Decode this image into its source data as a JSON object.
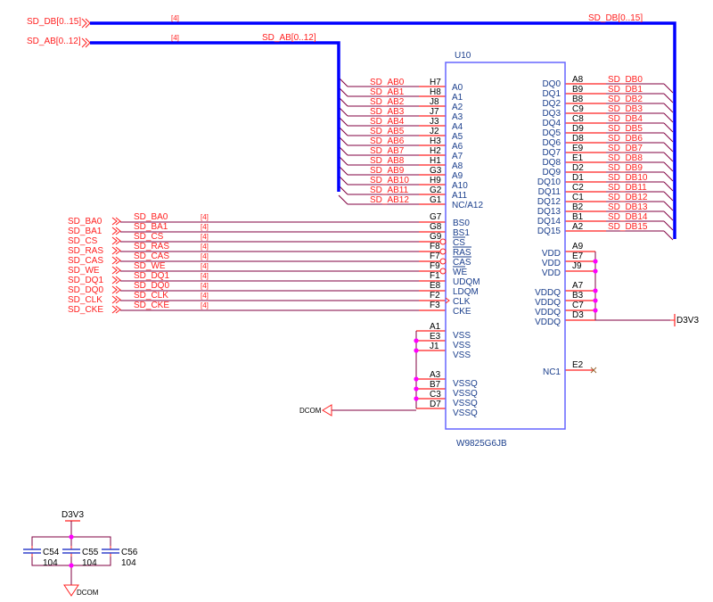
{
  "colors": {
    "bus": "#0000ff",
    "wire": "#800040",
    "pin": "#ff2020",
    "body": "#6666ff",
    "junction": "#ff00ff",
    "net_label": "#ff2020",
    "pin_name": "#1a3e8c"
  },
  "ports": {
    "db": "SD_DB[0..15]",
    "ab": "SD_AB[0..12]",
    "db_sheet": "[4]",
    "ab_sheet": "[4]",
    "ab_bus_label": "SD_AB[0..12]",
    "db_bus_label": "SD_DB[0..15]"
  },
  "chip": {
    "ref": "U10",
    "part": "W9825G6JB",
    "addr_pins": [
      {
        "net": "SD_AB0",
        "num": "H7",
        "name": "A0"
      },
      {
        "net": "SD_AB1",
        "num": "H8",
        "name": "A1"
      },
      {
        "net": "SD_AB2",
        "num": "J8",
        "name": "A2"
      },
      {
        "net": "SD_AB3",
        "num": "J7",
        "name": "A3"
      },
      {
        "net": "SD_AB4",
        "num": "J3",
        "name": "A4"
      },
      {
        "net": "SD_AB5",
        "num": "J2",
        "name": "A5"
      },
      {
        "net": "SD_AB6",
        "num": "H3",
        "name": "A6"
      },
      {
        "net": "SD_AB7",
        "num": "H2",
        "name": "A7"
      },
      {
        "net": "SD_AB8",
        "num": "H1",
        "name": "A8"
      },
      {
        "net": "SD_AB9",
        "num": "G3",
        "name": "A9"
      },
      {
        "net": "SD_AB10",
        "num": "H9",
        "name": "A10"
      },
      {
        "net": "SD_AB11",
        "num": "G2",
        "name": "A11"
      },
      {
        "net": "SD_AB12",
        "num": "G1",
        "name": "NC/A12"
      }
    ],
    "ctrl_pins": [
      {
        "port": "SD_BA0",
        "net": "SD_BA0",
        "sheet": "[4]",
        "num": "G7",
        "name": "BS0",
        "inv": false
      },
      {
        "port": "SD_BA1",
        "net": "SD_BA1",
        "sheet": "[4]",
        "num": "G8",
        "name": "BS1",
        "inv": false
      },
      {
        "port": "SD_CS",
        "net": "SD_CS",
        "sheet": "[4]",
        "num": "G9",
        "name": "CS",
        "inv": true
      },
      {
        "port": "SD_RAS",
        "net": "SD_RAS",
        "sheet": "[4]",
        "num": "F8",
        "name": "RAS",
        "inv": true
      },
      {
        "port": "SD_CAS",
        "net": "SD_CAS",
        "sheet": "[4]",
        "num": "F7",
        "name": "CAS",
        "inv": true
      },
      {
        "port": "SD_WE",
        "net": "SD_WE",
        "sheet": "[4]",
        "num": "F9",
        "name": "WE",
        "inv": true
      },
      {
        "port": "SD_DQ1",
        "net": "SD_DQ1",
        "sheet": "[4]",
        "num": "F1",
        "name": "UDQM",
        "inv": false
      },
      {
        "port": "SD_DQ0",
        "net": "SD_DQ0",
        "sheet": "[4]",
        "num": "E8",
        "name": "LDQM",
        "inv": false
      },
      {
        "port": "SD_CLK",
        "net": "SD_CLK",
        "sheet": "[4]",
        "num": "F2",
        "name": "CLK",
        "inv": false
      },
      {
        "port": "SD_CKE",
        "net": "SD_CKE",
        "sheet": "[4]",
        "num": "F3",
        "name": "CKE",
        "inv": false
      }
    ],
    "vss_pins": [
      {
        "num": "A1",
        "name": "VSS"
      },
      {
        "num": "E3",
        "name": "VSS"
      },
      {
        "num": "J1",
        "name": "VSS"
      }
    ],
    "vssq_pins": [
      {
        "num": "A3",
        "name": "VSSQ"
      },
      {
        "num": "B7",
        "name": "VSSQ"
      },
      {
        "num": "C3",
        "name": "VSSQ"
      },
      {
        "num": "D7",
        "name": "VSSQ"
      }
    ],
    "data_pins": [
      {
        "net": "SD_DB0",
        "num": "A8",
        "name": "DQ0"
      },
      {
        "net": "SD_DB1",
        "num": "B9",
        "name": "DQ1"
      },
      {
        "net": "SD_DB2",
        "num": "B8",
        "name": "DQ2"
      },
      {
        "net": "SD_DB3",
        "num": "C9",
        "name": "DQ3"
      },
      {
        "net": "SD_DB4",
        "num": "C8",
        "name": "DQ4"
      },
      {
        "net": "SD_DB5",
        "num": "D9",
        "name": "DQ5"
      },
      {
        "net": "SD_DB6",
        "num": "D8",
        "name": "DQ6"
      },
      {
        "net": "SD_DB7",
        "num": "E9",
        "name": "DQ7"
      },
      {
        "net": "SD_DB8",
        "num": "E1",
        "name": "DQ8"
      },
      {
        "net": "SD_DB9",
        "num": "D2",
        "name": "DQ9"
      },
      {
        "net": "SD_DB10",
        "num": "D1",
        "name": "DQ10"
      },
      {
        "net": "SD_DB11",
        "num": "C2",
        "name": "DQ11"
      },
      {
        "net": "SD_DB12",
        "num": "C1",
        "name": "DQ12"
      },
      {
        "net": "SD_DB13",
        "num": "B2",
        "name": "DQ13"
      },
      {
        "net": "SD_DB14",
        "num": "B1",
        "name": "DQ14"
      },
      {
        "net": "SD_DB15",
        "num": "A2",
        "name": "DQ15"
      }
    ],
    "vdd_pins": [
      {
        "num": "A9",
        "name": "VDD"
      },
      {
        "num": "E7",
        "name": "VDD"
      },
      {
        "num": "J9",
        "name": "VDD"
      }
    ],
    "vddq_pins": [
      {
        "num": "A7",
        "name": "VDDQ"
      },
      {
        "num": "B3",
        "name": "VDDQ"
      },
      {
        "num": "C7",
        "name": "VDDQ"
      },
      {
        "num": "D3",
        "name": "VDDQ"
      }
    ],
    "nc_pin": {
      "num": "E2",
      "name": "NC1"
    }
  },
  "power": {
    "vdd_net": "D3V3",
    "gnd_net": "DCOM"
  },
  "decoupling": {
    "vdd_net": "D3V3",
    "gnd_net": "DCOM",
    "caps": [
      {
        "ref": "C54",
        "value": "104"
      },
      {
        "ref": "C55",
        "value": "104"
      },
      {
        "ref": "C56",
        "value": "104"
      }
    ]
  }
}
